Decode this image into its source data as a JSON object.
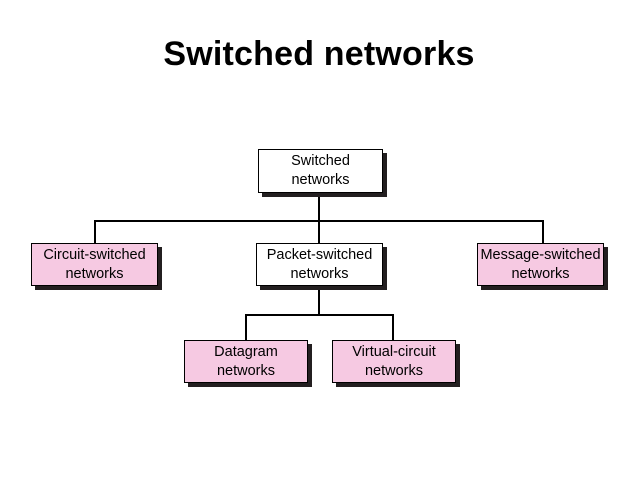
{
  "page": {
    "title": "Switched networks",
    "background_color": "#ffffff"
  },
  "diagram": {
    "type": "hierarchy-tree",
    "colors": {
      "pink_fill": "#f6c9e2",
      "white_fill": "#ffffff",
      "border": "#000000",
      "shadow": "#231f20",
      "text": "#000000"
    },
    "nodes": [
      {
        "id": "root",
        "line1": "Switched",
        "line2": "networks",
        "fill": "white",
        "level": 0
      },
      {
        "id": "circuit",
        "line1": "Circuit-switched",
        "line2": "networks",
        "fill": "pink",
        "level": 1
      },
      {
        "id": "packet",
        "line1": "Packet-switched",
        "line2": "networks",
        "fill": "white",
        "level": 1
      },
      {
        "id": "message",
        "line1": "Message-switched",
        "line2": "networks",
        "fill": "pink",
        "level": 1
      },
      {
        "id": "datagram",
        "line1": "Datagram",
        "line2": "networks",
        "fill": "pink",
        "level": 2
      },
      {
        "id": "virtual",
        "line1": "Virtual-circuit",
        "line2": "networks",
        "fill": "pink",
        "level": 2
      }
    ],
    "edges": [
      {
        "from": "root",
        "to": "circuit"
      },
      {
        "from": "root",
        "to": "packet"
      },
      {
        "from": "root",
        "to": "message"
      },
      {
        "from": "packet",
        "to": "datagram"
      },
      {
        "from": "packet",
        "to": "virtual"
      }
    ]
  }
}
